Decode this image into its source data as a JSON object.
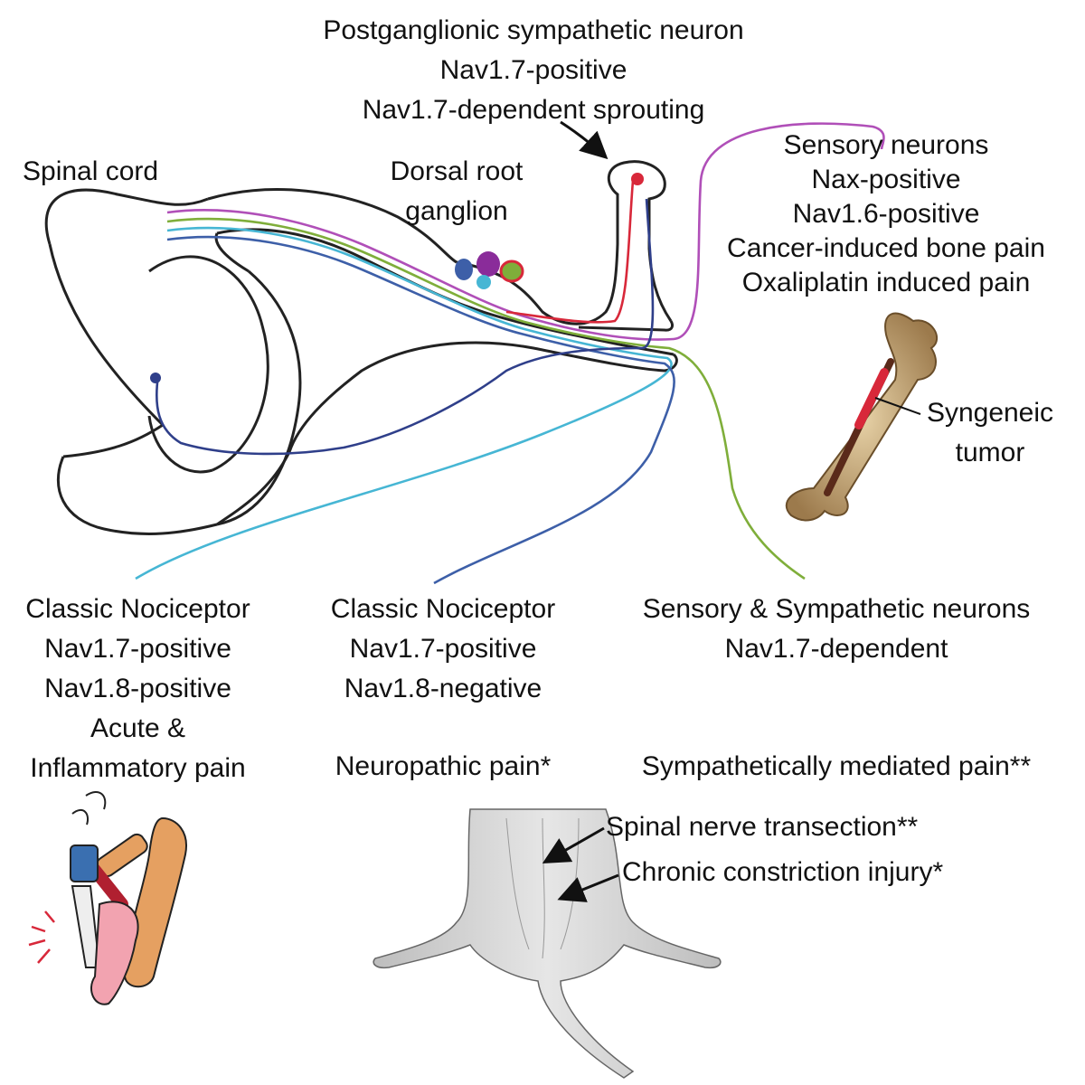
{
  "labels": {
    "postganglionic": [
      "Postganglionic sympathetic neuron",
      "Nav1.7-positive",
      "Nav1.7-dependent sprouting"
    ],
    "spinal_cord": "Spinal cord",
    "drg": [
      "Dorsal root",
      "ganglion"
    ],
    "sensory": [
      "Sensory neurons",
      "Nax-positive",
      "Nav1.6-positive",
      "Cancer-induced bone pain",
      "Oxaliplatin induced pain"
    ],
    "syngeneic": [
      "Syngeneic",
      "tumor"
    ],
    "classic_a": [
      "Classic Nociceptor",
      "Nav1.7-positive",
      "Nav1.8-positive",
      "Acute &",
      "Inflammatory pain"
    ],
    "classic_b": [
      "Classic Nociceptor",
      "Nav1.7-positive",
      "Nav1.8-negative"
    ],
    "neuropathic": "Neuropathic pain*",
    "sens_symp": [
      "Sensory & Sympathetic neurons",
      "Nav1.7-dependent"
    ],
    "symp_mediated": "Sympathetically mediated pain**",
    "spinal_transection": "Spinal nerve transection**",
    "constriction": "Chronic constriction injury*"
  },
  "fiber_colors": {
    "magenta": "#b04fb8",
    "green": "#7fae3a",
    "cyan": "#46b6d4",
    "blue": "#3d5fa8",
    "red": "#d8283a",
    "dark_blue": "#2f3f8a"
  },
  "icons": [
    "bone-tumor-illustration",
    "hammer-finger-illustration",
    "mouse-hindlimb-illustration"
  ]
}
